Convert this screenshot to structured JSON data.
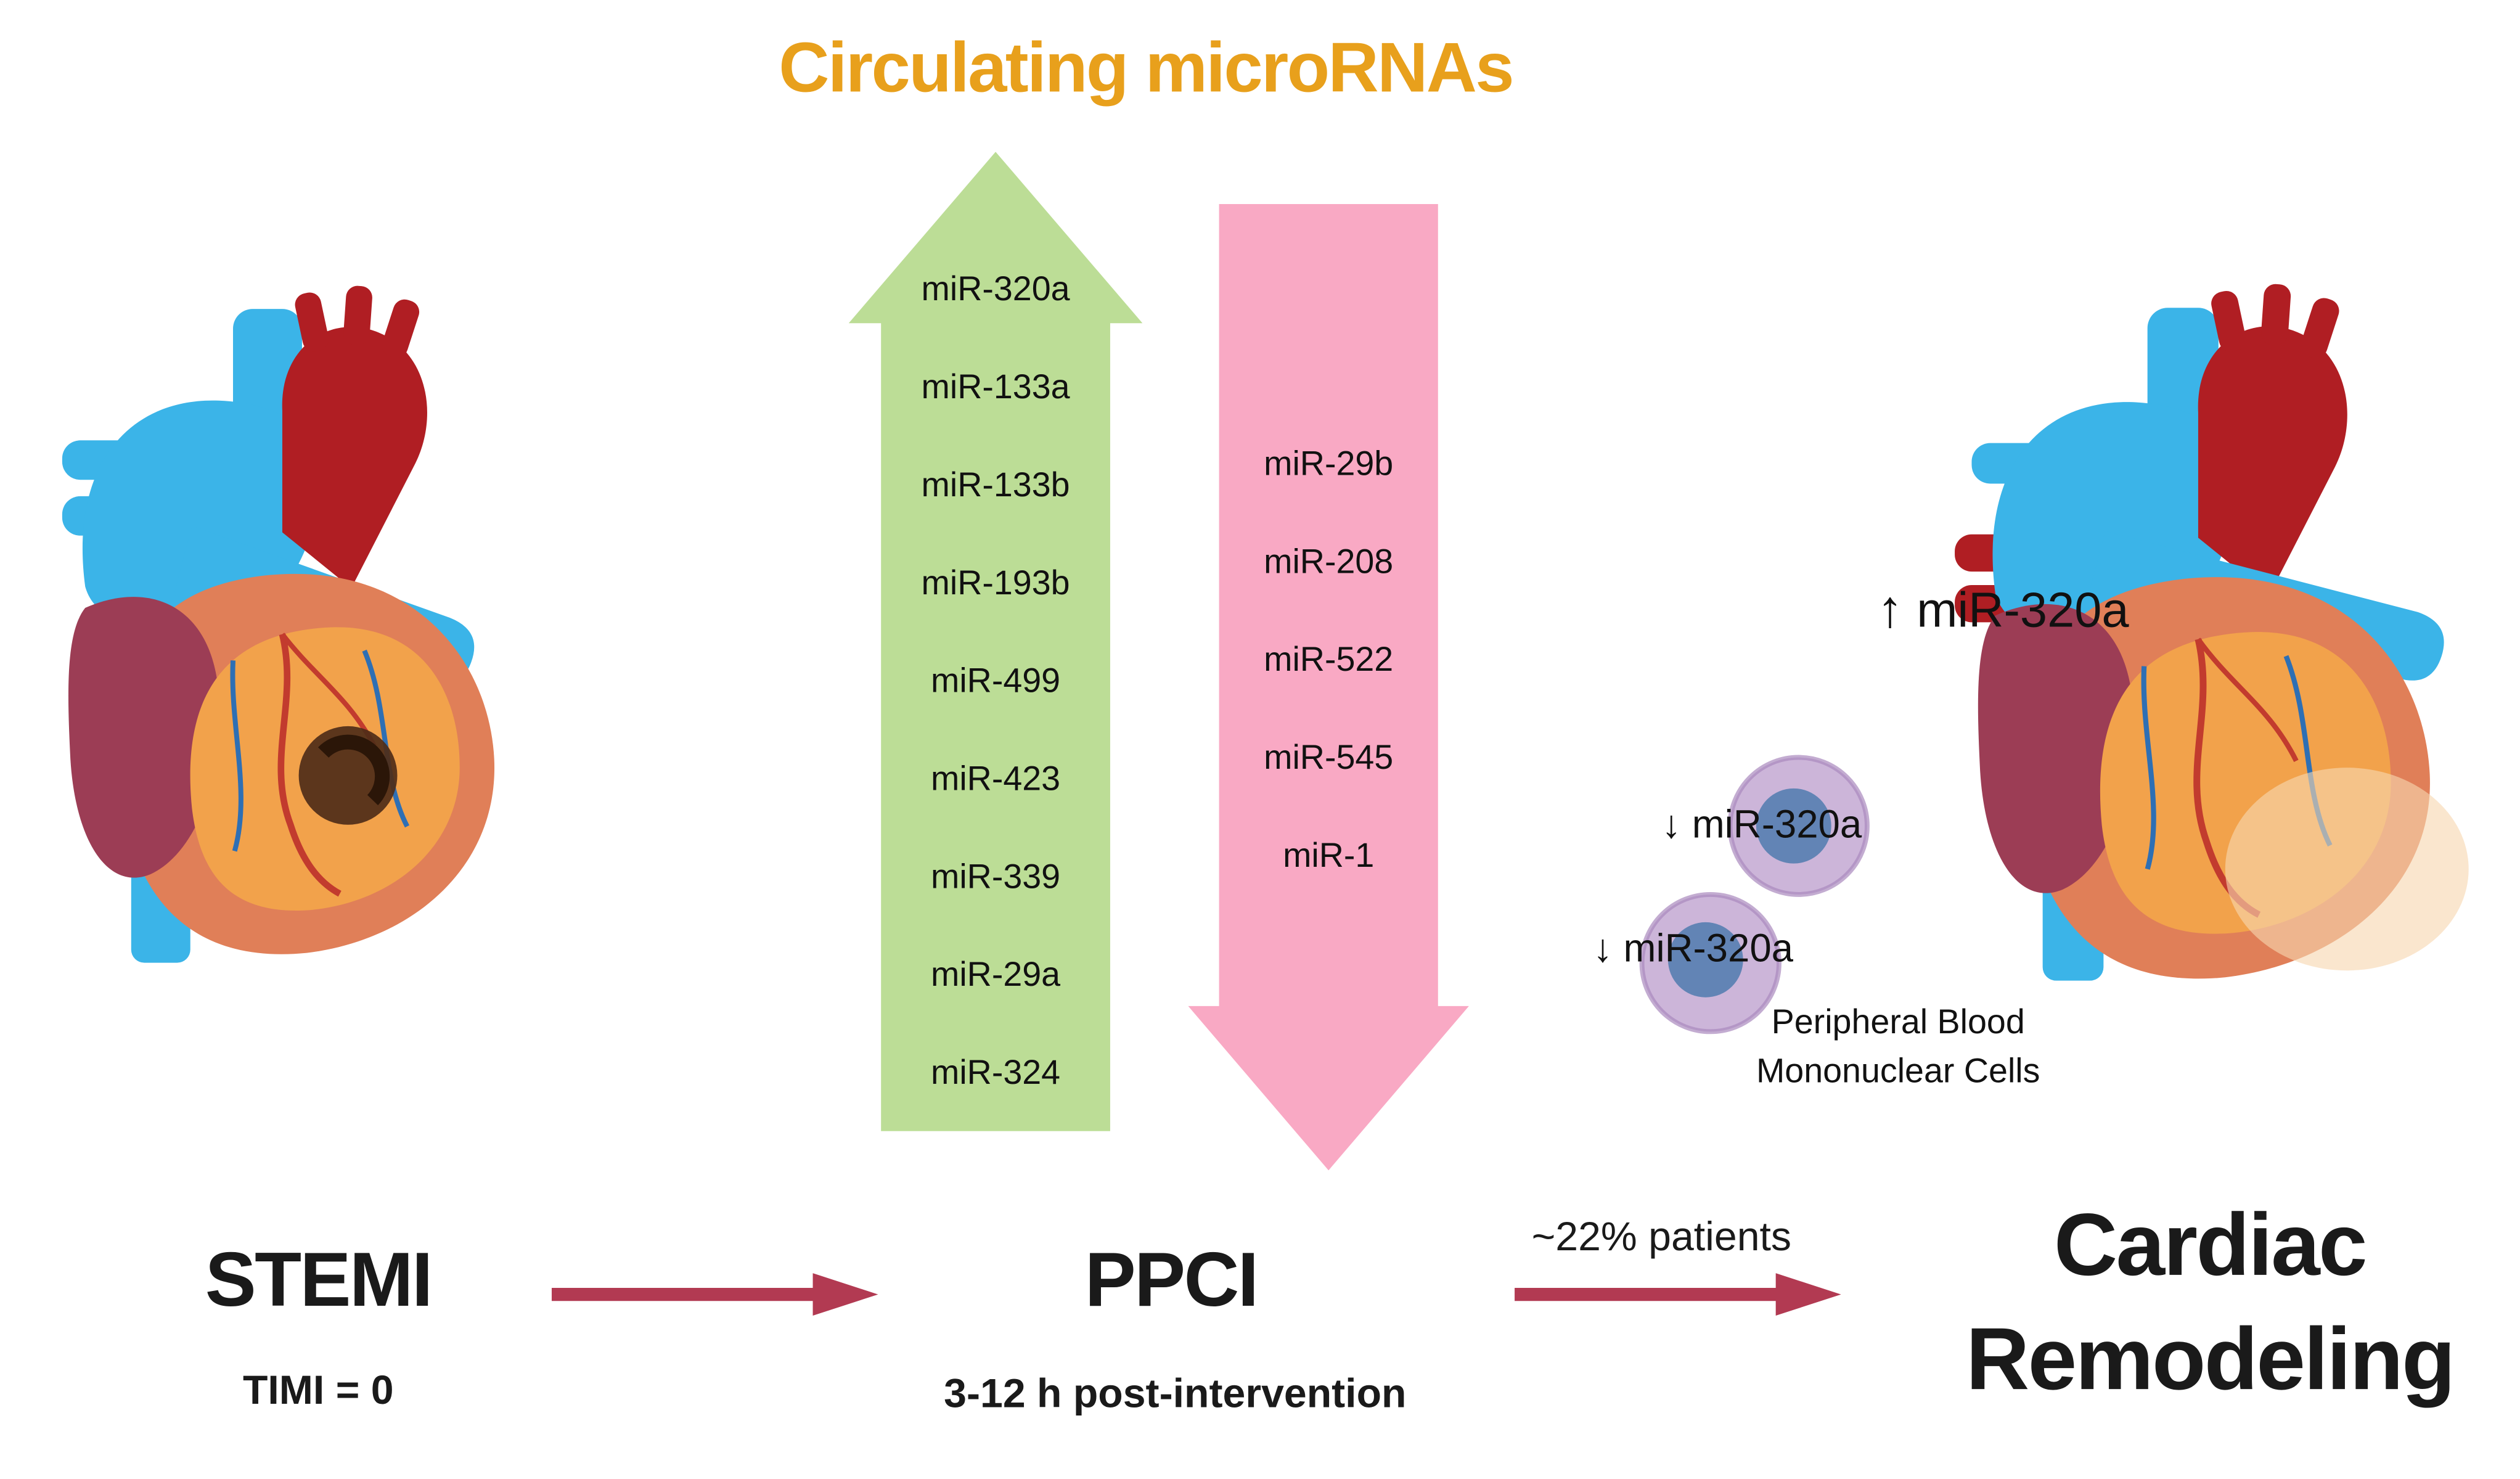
{
  "title": "Circulating microRNAs",
  "colors": {
    "title_color": "#E8A01C",
    "up_arrow_color": "#BCDD96",
    "down_arrow_color": "#F9A9C4",
    "flow_arrow_color": "#B23A52",
    "text_color": "#1A1A1A"
  },
  "up_arrow": {
    "direction": "up",
    "meaning": "increased circulating microRNAs",
    "mirnas": [
      "miR-320a",
      "miR-133a",
      "miR-133b",
      "miR-193b",
      "miR-499",
      "miR-423",
      "miR-339",
      "miR-29a",
      "miR-324"
    ]
  },
  "down_arrow": {
    "direction": "down",
    "meaning": "decreased circulating microRNAs",
    "mirnas": [
      "miR-29b",
      "miR-208",
      "miR-522",
      "miR-545",
      "miR-1"
    ]
  },
  "right_heart_label": {
    "glyph": "↑",
    "text": "miR-320a"
  },
  "cells": {
    "label1": "↓ miR-320a",
    "label2": "↓ miR-320a",
    "caption_line1": "Peripheral Blood",
    "caption_line2": "Mononuclear Cells"
  },
  "timeline": {
    "stemi": "STEMI",
    "stemi_sub": "TIMI = 0",
    "ppci": "PPCI",
    "ppci_sub": "3-12 h post-intervention",
    "arrow2_label": "~22% patients",
    "outcome_line1": "Cardiac",
    "outcome_line2": "Remodeling"
  }
}
